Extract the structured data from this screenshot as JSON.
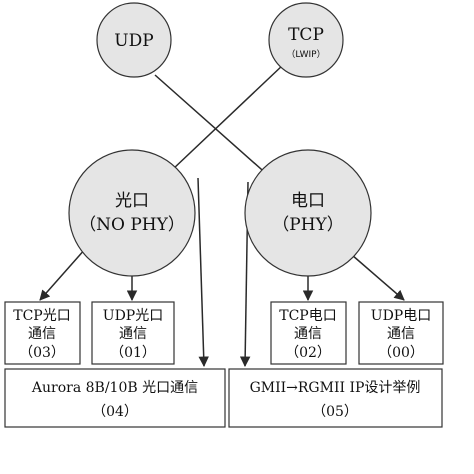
{
  "nodes": {
    "udp": {
      "label": "UDP"
    },
    "tcp": {
      "label": "TCP",
      "sublabel": "（LWIP）"
    },
    "optical": {
      "label": "光口",
      "sublabel": "（NO PHY）"
    },
    "electrical": {
      "label": "电口",
      "sublabel": "（PHY）"
    }
  },
  "boxes": {
    "b03": {
      "line1": "TCP光口",
      "line2": "通信",
      "line3": "（03）"
    },
    "b01": {
      "line1": "UDP光口",
      "line2": "通信",
      "line3": "（01）"
    },
    "b02": {
      "line1": "TCP电口",
      "line2": "通信",
      "line3": "（02）"
    },
    "b00": {
      "line1": "UDP电口",
      "line2": "通信",
      "line3": "（00）"
    },
    "b04": {
      "line1": "Aurora 8B/10B 光口通信",
      "line2": "（04）"
    },
    "b05": {
      "line1": "GMII→RGMII IP设计举例",
      "line2": "（05）"
    }
  },
  "colors": {
    "circle_fill": "#e5e5e5",
    "stroke": "#333333",
    "line": "#2a2a2a"
  }
}
